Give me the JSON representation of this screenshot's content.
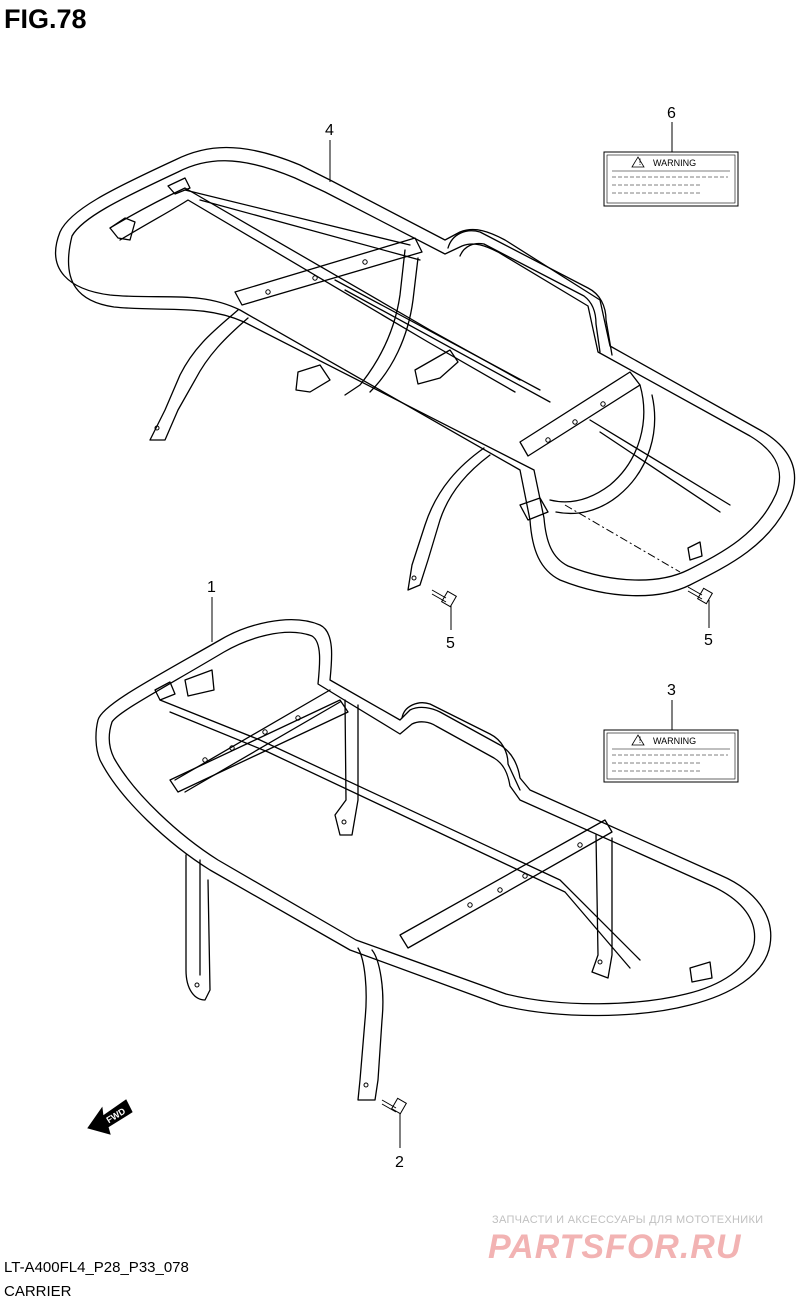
{
  "figure": {
    "title": "FIG.78"
  },
  "callouts": {
    "p1": "1",
    "p2": "2",
    "p3": "3",
    "p4": "4",
    "p5a": "5",
    "p5b": "5",
    "p6": "6"
  },
  "labels": {
    "warning_top": "WARNING",
    "warning_bottom": "WARNING",
    "fwd": "FWD"
  },
  "footer": {
    "code": "LT-A400FL4_P28_P33_078",
    "name": "CARRIER"
  },
  "watermark": {
    "caption": "ЗАПЧАСТИ И АКСЕССУАРЫ ДЛЯ МОТОТЕХНИКИ",
    "logo": "PARTSFOR.RU"
  }
}
